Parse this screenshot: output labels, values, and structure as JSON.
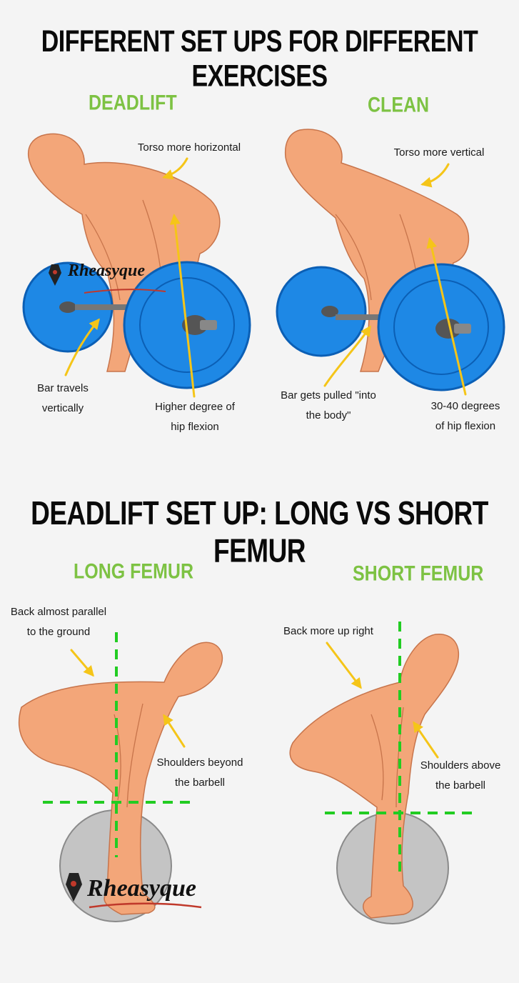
{
  "top": {
    "title": "DIFFERENT SET UPS FOR DIFFERENT EXERCISES",
    "deadlift": {
      "label": "DEADLIFT",
      "notes": {
        "torso": "Torso more horizontal",
        "bar": "Bar travels\nvertically",
        "hip": "Higher degree of\nhip flexion"
      }
    },
    "clean": {
      "label": "CLEAN",
      "notes": {
        "torso": "Torso more vertical",
        "bar": "Bar gets pulled \"into\nthe body\"",
        "hip": "30-40 degrees\nof hip flexion"
      }
    }
  },
  "bottom": {
    "title": "DEADLIFT SET UP: LONG VS SHORT FEMUR",
    "long": {
      "label": "LONG FEMUR",
      "notes": {
        "back": "Back almost parallel\nto the ground",
        "shoulders": "Shoulders beyond\nthe barbell"
      }
    },
    "short": {
      "label": "SHORT FEMUR",
      "notes": {
        "back": "Back more up right",
        "shoulders": "Shoulders above\nthe barbell"
      }
    }
  },
  "watermark": "Rheasyque",
  "colors": {
    "skin": "#f3a679",
    "skin_shade": "#e08a5e",
    "plate": "#1e88e5",
    "plate_dark": "#0b5fb5",
    "accent_green": "#7dc243",
    "guide_green": "#22cc22",
    "arrow_yellow": "#f5c518",
    "gray_plate": "#c4c4c4"
  }
}
